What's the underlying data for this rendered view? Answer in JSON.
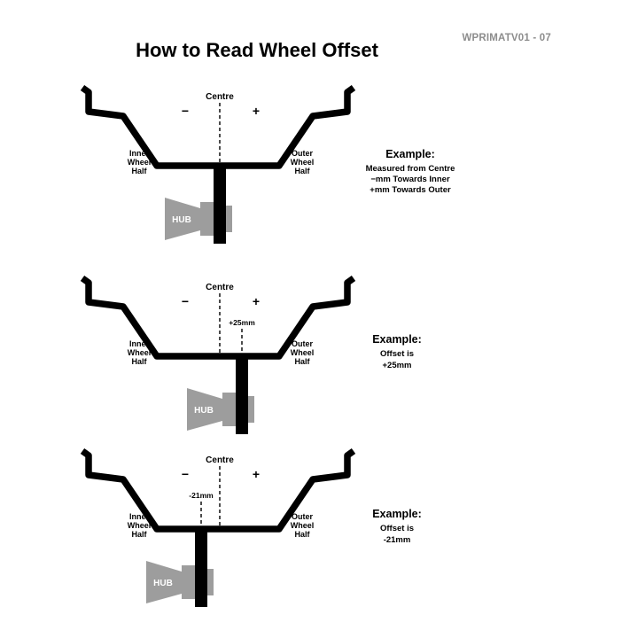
{
  "header": {
    "title": "How to Read Wheel Offset",
    "code": "WPRIMATV01 - 07"
  },
  "shared": {
    "centre": "Centre",
    "minus": "−",
    "plus": "+",
    "inner": [
      "Inner",
      "Wheel",
      "Half"
    ],
    "outer": [
      "Outer",
      "Wheel",
      "Half"
    ],
    "hub": "HUB"
  },
  "colors": {
    "hub_gray": "#9d9d9d",
    "code_gray": "#8d8d8d",
    "line_black": "#000000",
    "background": "#ffffff"
  },
  "diagrams": [
    {
      "name": "centre-reference",
      "offset_label": "",
      "example": {
        "title": "Example:",
        "lines": [
          "Measured from Centre",
          "−mm Towards Inner",
          "+mm Towards Outer"
        ]
      }
    },
    {
      "name": "positive-offset",
      "offset_label": "+25mm",
      "example": {
        "title": "Example:",
        "lines": [
          "Offset is",
          "+25mm"
        ]
      }
    },
    {
      "name": "negative-offset",
      "offset_label": "-21mm",
      "example": {
        "title": "Example:",
        "lines": [
          "Offset is",
          "-21mm"
        ]
      }
    }
  ]
}
